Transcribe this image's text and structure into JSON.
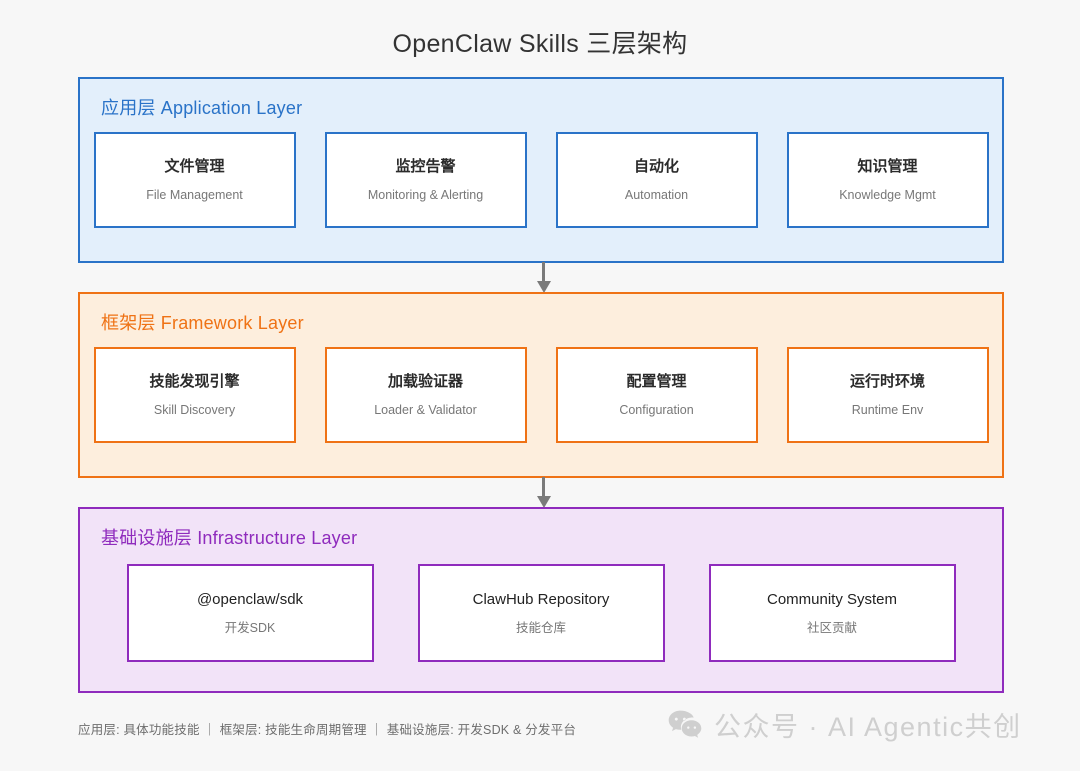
{
  "title": "OpenClaw Skills 三层架构",
  "colors": {
    "app_accent": "#2a73c8",
    "app_fill": "#e3effb",
    "framework_accent": "#ef7215",
    "framework_fill": "#fdeedd",
    "infra_accent": "#8f2bbd",
    "infra_fill": "#f2e3f8",
    "arrow": "#7a7a7a",
    "page_bg": "#f7f7f7",
    "watermark": "#cfcfcf"
  },
  "layers": [
    {
      "label": "应用层 Application Layer",
      "cards": [
        {
          "title": "文件管理",
          "sub": "File Management"
        },
        {
          "title": "监控告警",
          "sub": "Monitoring & Alerting"
        },
        {
          "title": "自动化",
          "sub": "Automation"
        },
        {
          "title": "知识管理",
          "sub": "Knowledge Mgmt"
        }
      ]
    },
    {
      "label": "框架层 Framework Layer",
      "cards": [
        {
          "title": "技能发现引擎",
          "sub": "Skill Discovery"
        },
        {
          "title": "加载验证器",
          "sub": "Loader & Validator"
        },
        {
          "title": "配置管理",
          "sub": "Configuration"
        },
        {
          "title": "运行时环境",
          "sub": "Runtime Env"
        }
      ]
    },
    {
      "label": "基础设施层 Infrastructure Layer",
      "cards": [
        {
          "title": "@openclaw/sdk",
          "sub": "开发SDK"
        },
        {
          "title": "ClawHub Repository",
          "sub": "技能仓库"
        },
        {
          "title": "Community System",
          "sub": "社区贡献"
        }
      ]
    }
  ],
  "arrows": [
    {
      "name": "application-to-framework"
    },
    {
      "name": "framework-to-infrastructure"
    }
  ],
  "footer": {
    "note": "应用层: 具体功能技能 ｜ 框架层: 技能生命周期管理 ｜ 基础设施层: 开发SDK & 分发平台",
    "watermark_text": "公众号 · AI Agentic共创",
    "watermark_icon": "wechat-icon"
  }
}
